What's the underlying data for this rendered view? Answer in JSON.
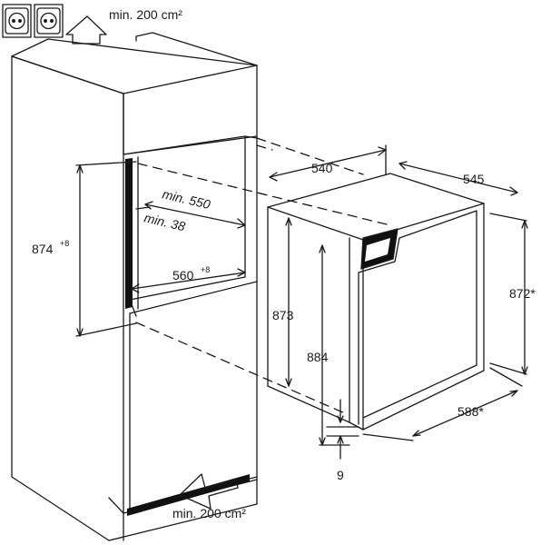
{
  "labels": {
    "vent_top": "min. 200 cm²",
    "vent_bottom": "min. 200 cm²",
    "niche_depth": "min. 550",
    "niche_gap": "min. 38",
    "niche_height": "874",
    "niche_height_tol": "+8",
    "niche_width": "560",
    "niche_width_tol": "+8",
    "appliance_width": "540",
    "appliance_depth": "545",
    "appliance_height_body": "873",
    "appliance_height_total": "884",
    "door_height": "872*",
    "door_width": "588*",
    "door_offset": "9"
  },
  "colors": {
    "line": "#1a1a1a",
    "vent_slot": "#111111"
  },
  "icons": [
    "power-socket-icon",
    "power-socket-icon",
    "air-arrow-up-icon",
    "air-arrow-diagonal-icon"
  ]
}
